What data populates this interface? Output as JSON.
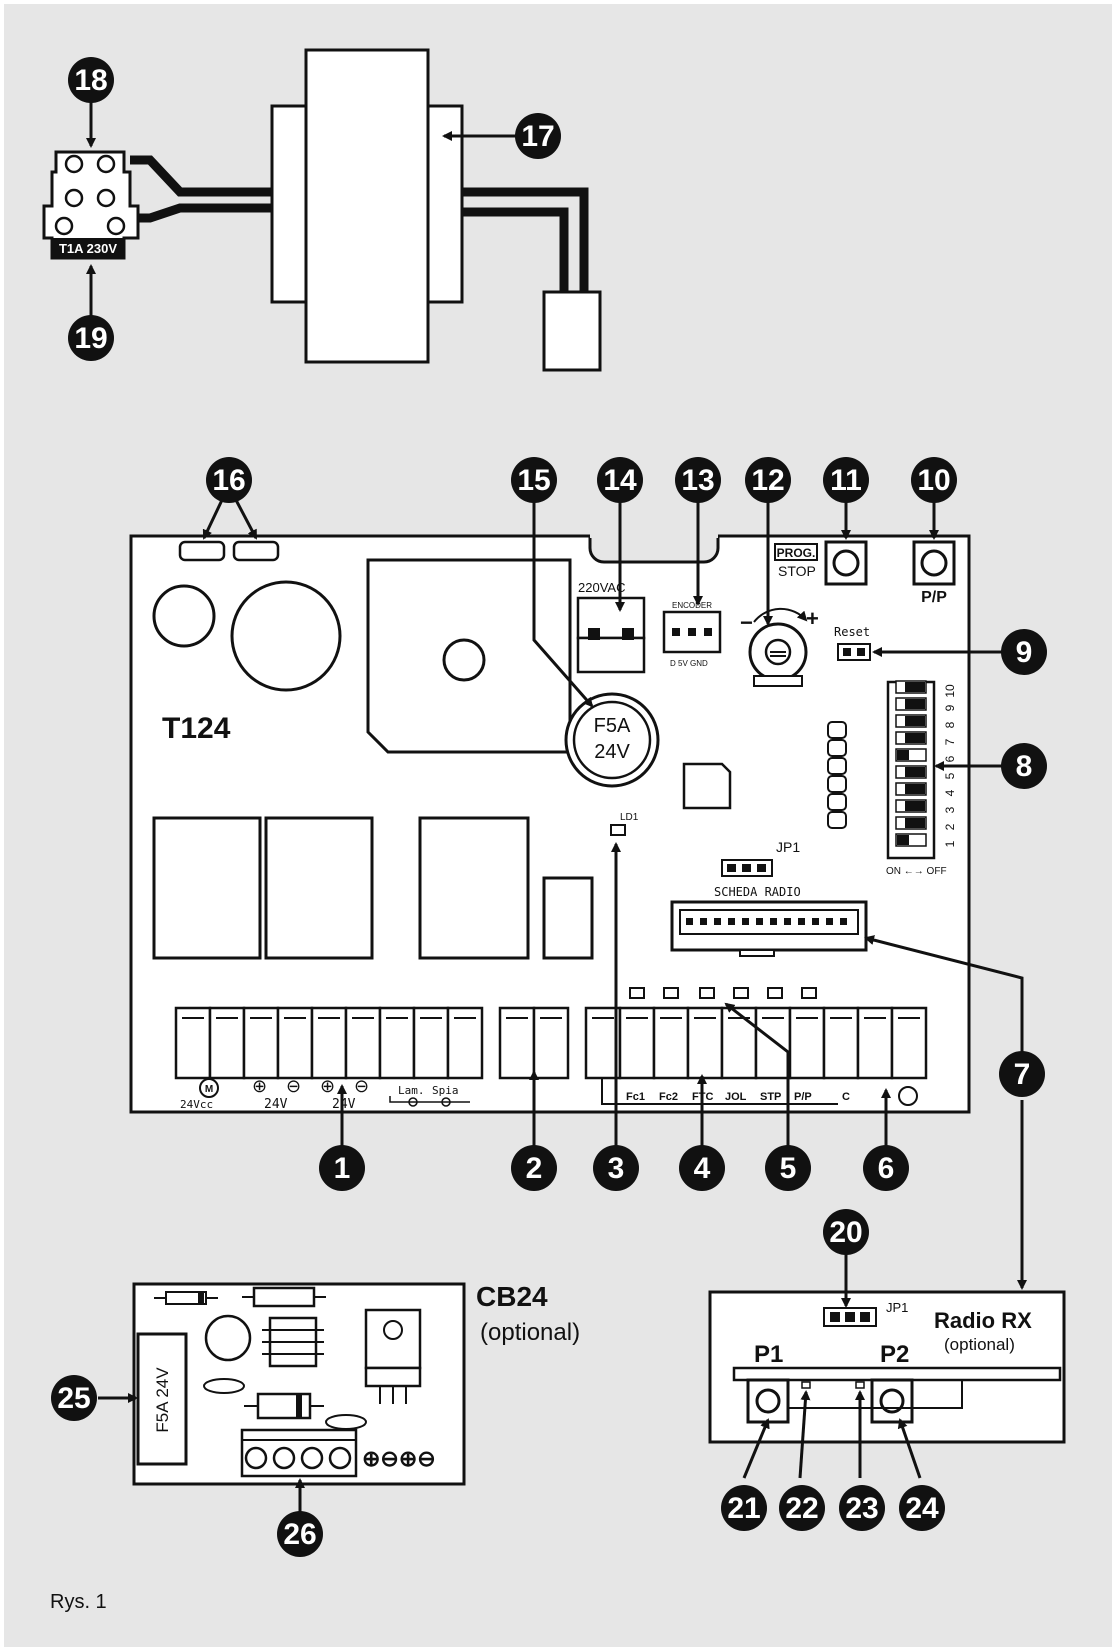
{
  "colors": {
    "background": "#e6e6e6",
    "ink": "#111111",
    "paper": "#ffffff",
    "frame": "#ffffff"
  },
  "transformer": {
    "fuse_label": "T1A 230V"
  },
  "board": {
    "model": "T124",
    "label_220": "220VAC",
    "encoder": {
      "title": "ENCODER",
      "pins": "D  5V GND"
    },
    "prog_label": "PROG.",
    "stop_label": "STOP",
    "pp_button_label": "P/P",
    "reset_label": "Reset",
    "fuse": {
      "line1": "F5A",
      "line2": "24V"
    },
    "led_label": "LD1",
    "jp1_label": "JP1",
    "radio_slot_label": "SCHEDA RADIO",
    "dip_numbers": [
      "1",
      "2",
      "3",
      "4",
      "5",
      "6",
      "7",
      "8",
      "9",
      "10"
    ],
    "dip_on_off": "ON ←→ OFF",
    "terminal_labels_left": {
      "motor": "24Vcc",
      "batt": "24V",
      "out": "24V",
      "lam": "Lam.",
      "spia": "Spia"
    },
    "terminal_labels_right": {
      "fc1": "Fc1",
      "fc2": "Fc2",
      "ftc": "FTC",
      "jol": "JOL",
      "stp": "STP",
      "pp": "P/P",
      "c": "C"
    }
  },
  "cb24": {
    "title": "CB24",
    "subtitle": "(optional)",
    "fuse_label": "F5A 24V"
  },
  "radio": {
    "title": "Radio RX",
    "subtitle": "(optional)",
    "jp1_label": "JP1",
    "p1": "P1",
    "p2": "P2"
  },
  "callouts": {
    "c1": "1",
    "c2": "2",
    "c3": "3",
    "c4": "4",
    "c5": "5",
    "c6": "6",
    "c7": "7",
    "c8": "8",
    "c9": "9",
    "c10": "10",
    "c11": "11",
    "c12": "12",
    "c13": "13",
    "c14": "14",
    "c15": "15",
    "c16": "16",
    "c17": "17",
    "c18": "18",
    "c19": "19",
    "c20": "20",
    "c21": "21",
    "c22": "22",
    "c23": "23",
    "c24": "24",
    "c25": "25",
    "c26": "26"
  },
  "figure_caption": "Rys. 1"
}
